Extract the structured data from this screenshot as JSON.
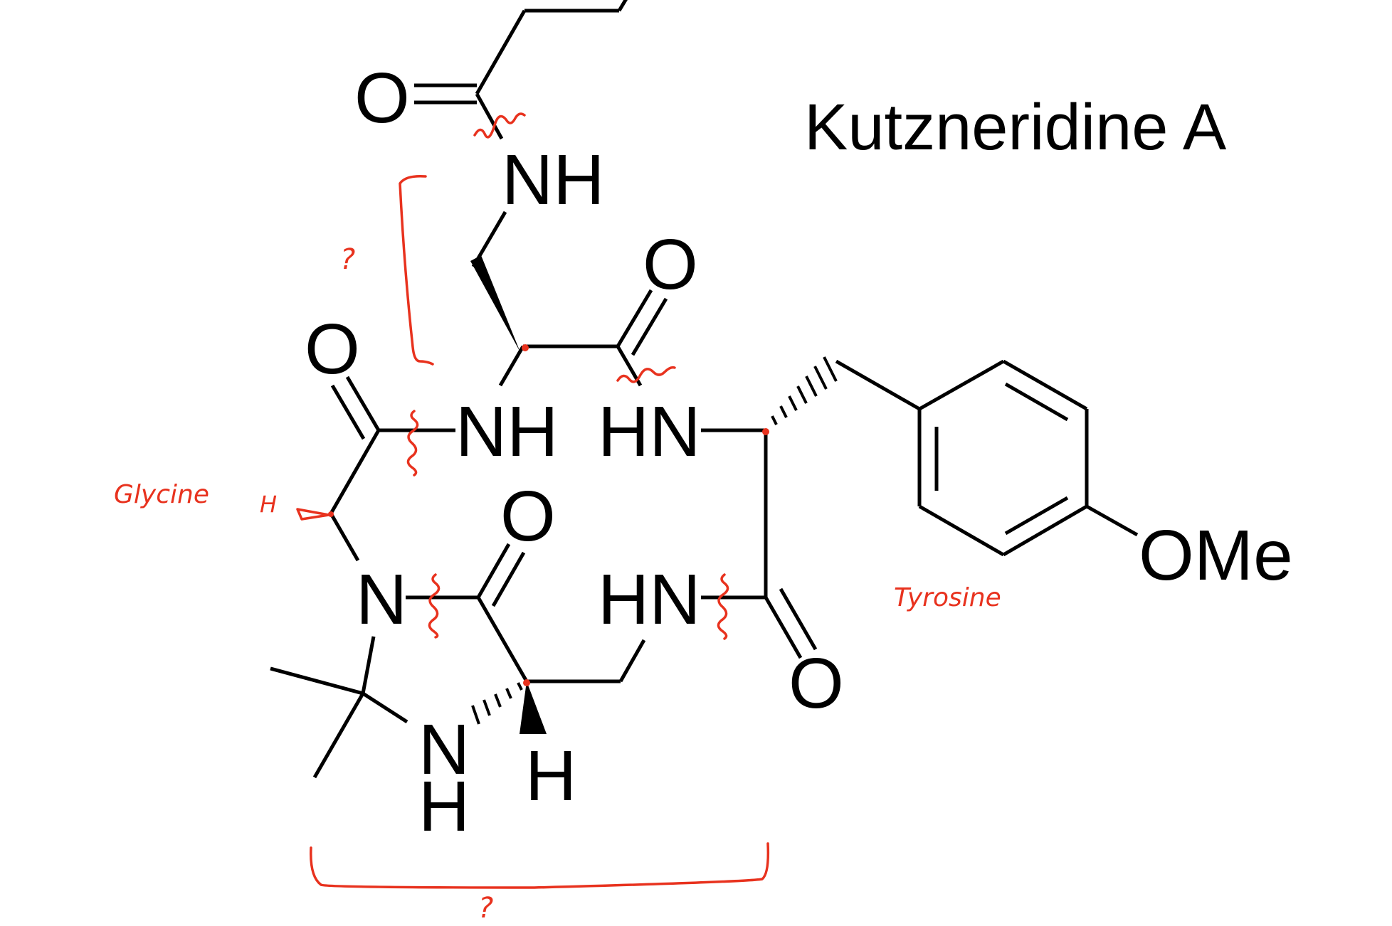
{
  "title": "Kutzneridine A",
  "atoms": {
    "o_top": "O",
    "nh_top": "NH",
    "o_upper_right": "O",
    "o_left": "O",
    "nh_mid": "NH",
    "hn_mid": "HN",
    "o_lower_mid": "O",
    "n_lower": "N",
    "hn_lower": "HN",
    "o_bottom_right": "O",
    "n_ring": "N",
    "h_ring": "H",
    "h_stereo": "H",
    "ome": "OMe"
  },
  "annotations": {
    "glycine": "Glycine",
    "glycine_h": "H",
    "tyrosine": "Tyrosine",
    "question_upper": "?",
    "question_lower": "?"
  },
  "colors": {
    "structure": "#000000",
    "annotation": "#e8321e"
  }
}
